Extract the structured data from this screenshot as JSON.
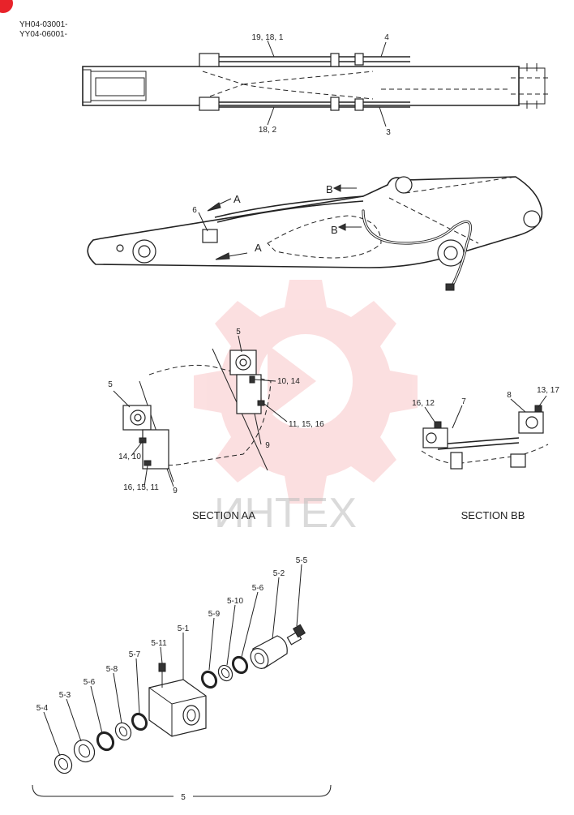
{
  "header": {
    "serial_line_1": "YH04-03001-",
    "serial_line_2": "YY04-06001-"
  },
  "watermark": {
    "text": "ИНТЕХ",
    "color": "#e8232a"
  },
  "top_view": {
    "callout_top_left": "19, 18, 1",
    "callout_top_right": "4",
    "callout_bottom_left": "18, 2",
    "callout_bottom_right": "3"
  },
  "side_view": {
    "callout_6": "6",
    "marker_a_upper": "A",
    "marker_a_lower": "A",
    "marker_b_upper": "B",
    "marker_b_lower": "B"
  },
  "section_aa": {
    "title": "SECTION AA",
    "callout_5_upper": "5",
    "callout_10_14": "10, 14",
    "callout_11_15_16_right": "11, 15, 16",
    "callout_9_right": "9",
    "callout_5_left": "5",
    "callout_14_10": "14, 10",
    "callout_16_15_11": "16, 15, 11",
    "callout_9_left": "9"
  },
  "section_bb": {
    "title": "SECTION BB",
    "callout_16_12": "16, 12",
    "callout_7": "7",
    "callout_8": "8",
    "callout_13_17": "13, 17"
  },
  "exploded": {
    "assembly_label": "5",
    "parts": [
      "5-4",
      "5-3",
      "5-6",
      "5-8",
      "5-7",
      "5-11",
      "5-1",
      "5-9",
      "5-10",
      "5-6",
      "5-2",
      "5-5"
    ]
  }
}
